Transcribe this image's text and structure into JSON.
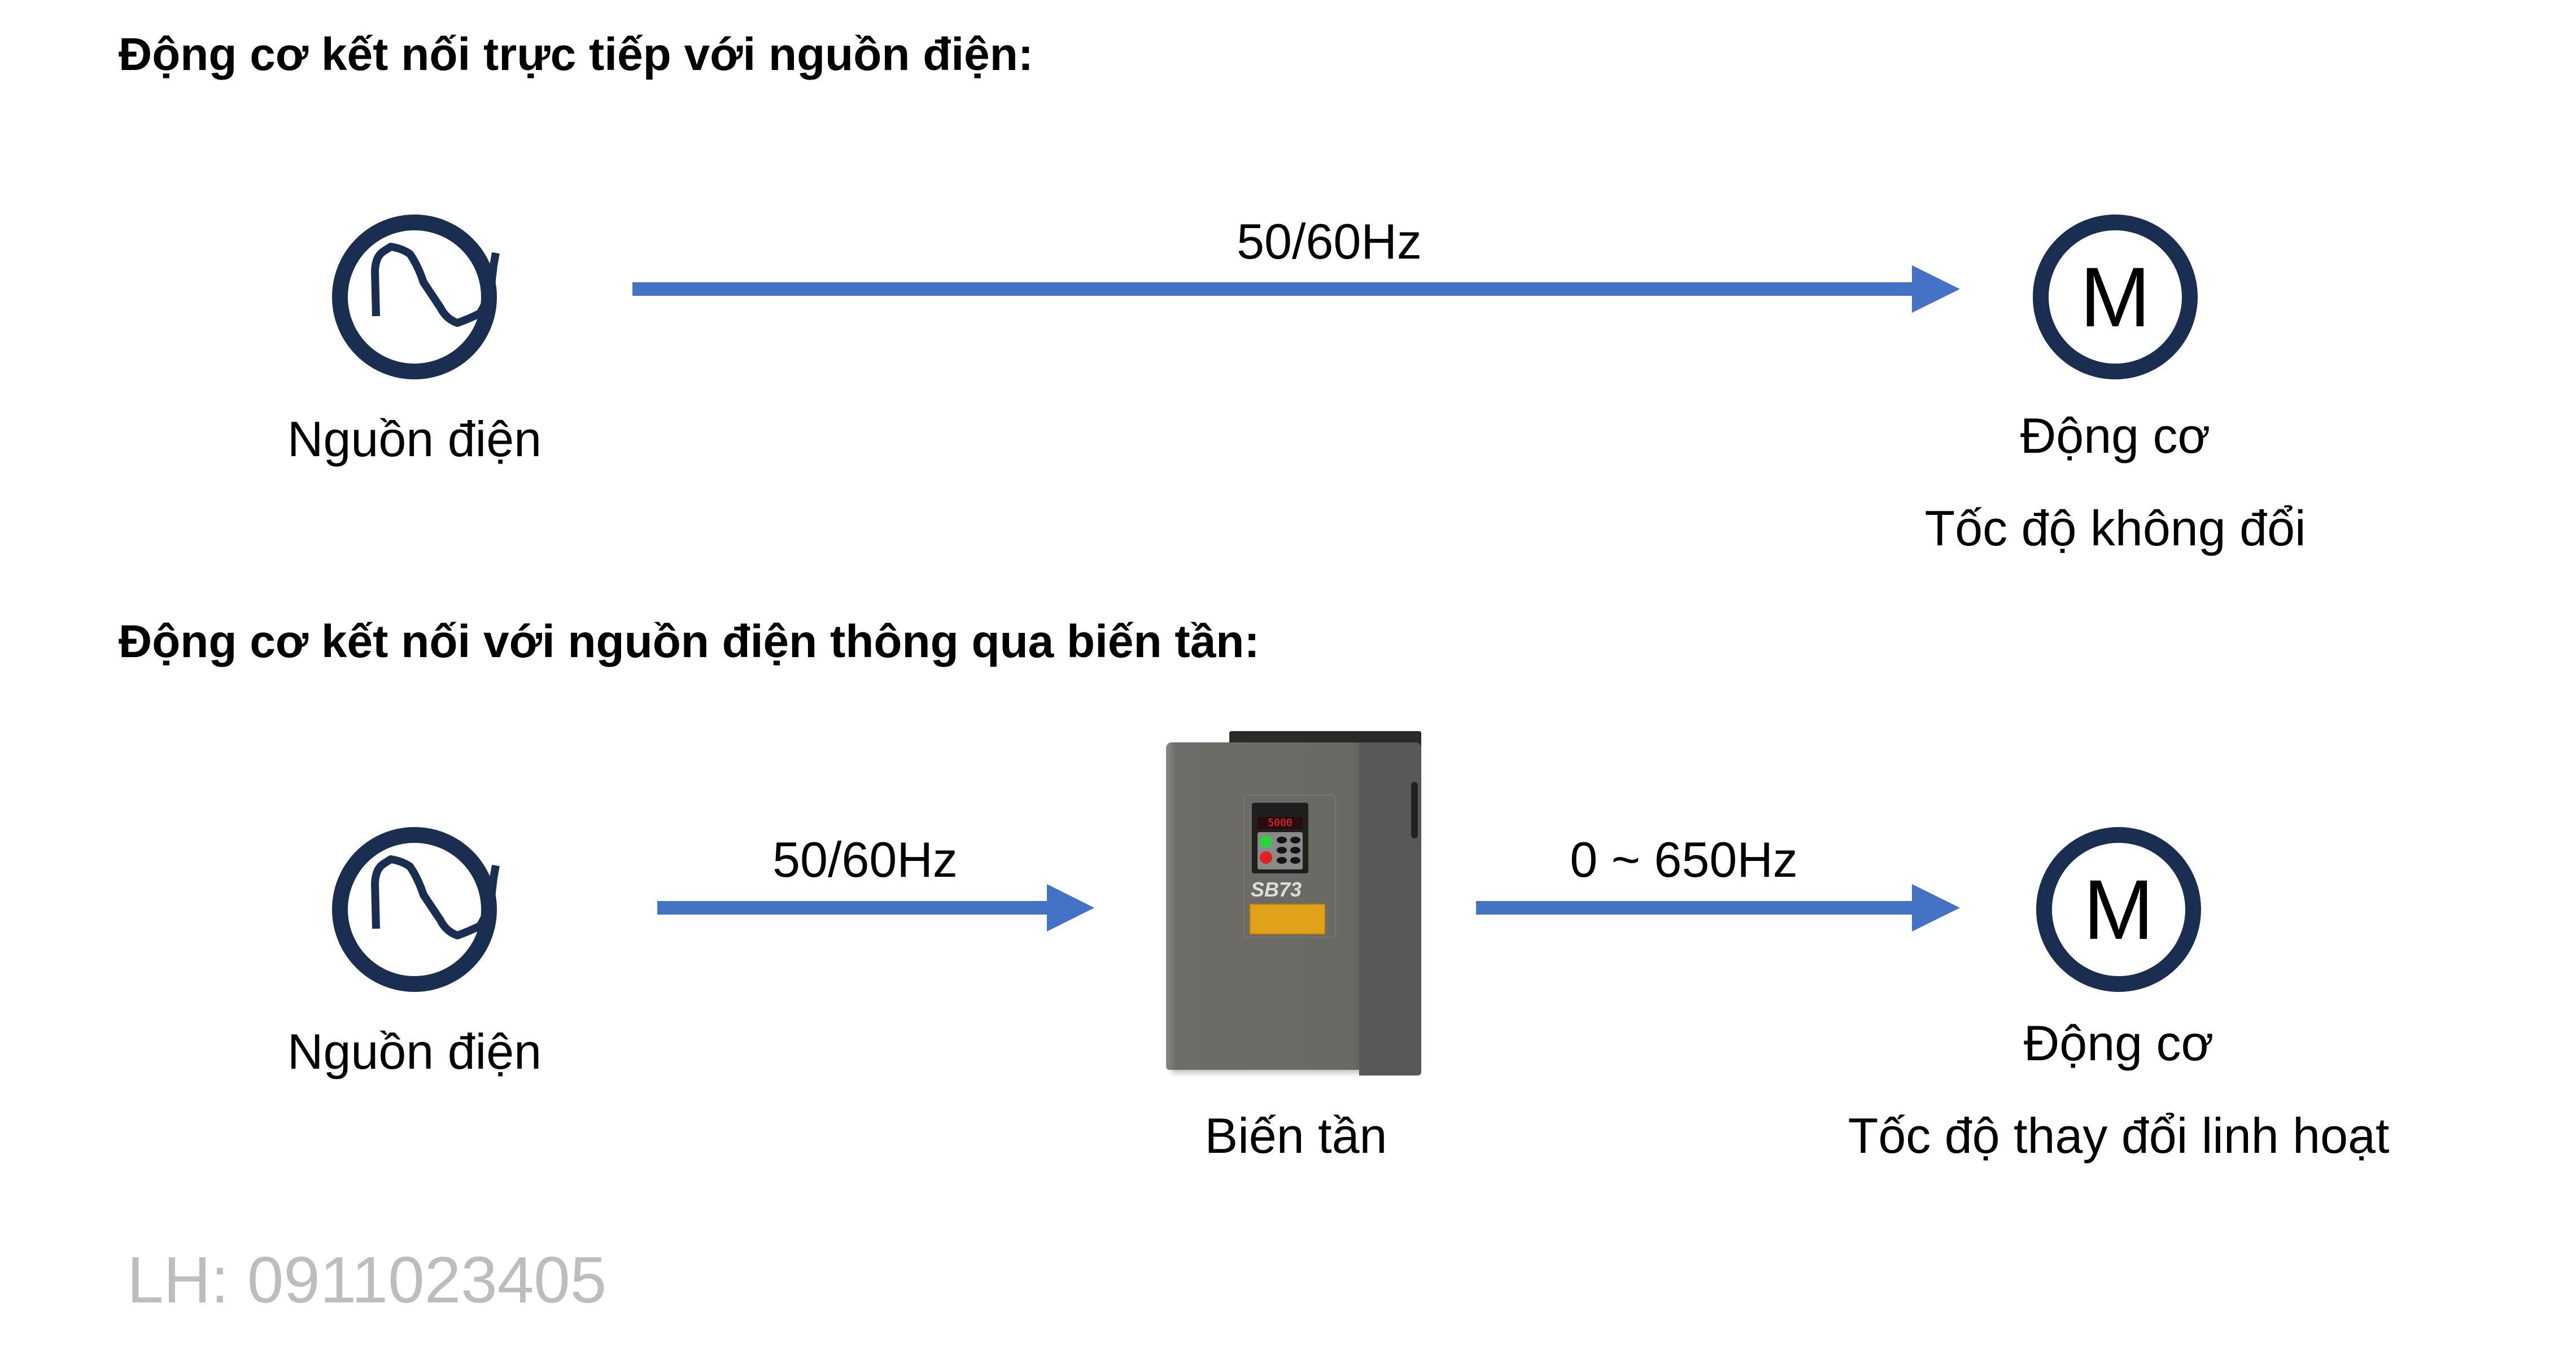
{
  "section1": {
    "title": "Động cơ kết nối trực tiếp với nguồn điện:",
    "source_label": "Nguồn điện",
    "frequency_label": "50/60Hz",
    "motor_symbol": "M",
    "motor_label": "Động cơ",
    "motor_speed": "Tốc độ không đổi"
  },
  "section2": {
    "title": "Động cơ kết nối với nguồn điện thông qua biến tần:",
    "source_label": "Nguồn điện",
    "input_frequency_label": "50/60Hz",
    "inverter_label": "Biến tần",
    "inverter_display": "5000",
    "inverter_model": "SB73",
    "output_frequency_label": "0 ~ 650Hz",
    "motor_symbol": "M",
    "motor_label": "Động cơ",
    "motor_speed": "Tốc độ thay đổi linh hoạt"
  },
  "contact": "LH: 0911023405",
  "colors": {
    "arrow": "#4472c4",
    "circle": "#1a2e52",
    "contact": "#bdbdbd"
  },
  "icons": [
    "ac-source-icon",
    "motor-icon",
    "arrow-right-icon",
    "inverter-image"
  ]
}
